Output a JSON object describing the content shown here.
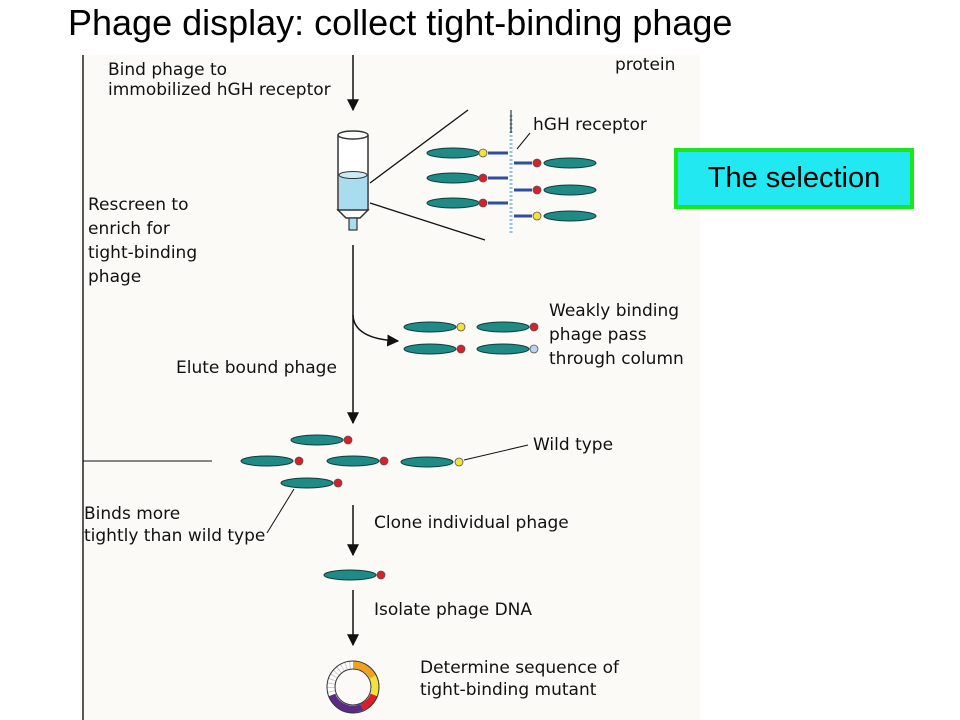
{
  "title": "Phage display: collect tight-binding phage",
  "callout": "The selection",
  "figure": {
    "labels": {
      "protein": "protein",
      "bind_line1": "Bind phage to",
      "bind_line2": "immobilized hGH receptor",
      "receptor": "hGH receptor",
      "rescreen_line1": "Rescreen to",
      "rescreen_line2": "enrich for",
      "rescreen_line3": "tight-binding",
      "rescreen_line4": "phage",
      "weak_line1": "Weakly binding",
      "weak_line2": "phage pass",
      "weak_line3": "through column",
      "elute": "Elute bound phage",
      "wild_type": "Wild type",
      "binds_line1": "Binds more",
      "binds_line2": "tightly than wild type",
      "clone": "Clone individual phage",
      "isolate": "Isolate phage DNA",
      "determine_line1": "Determine sequence of",
      "determine_line2": "tight-binding mutant"
    },
    "colors": {
      "phage_body": "#1f8a86",
      "tip_red": "#d81f2a",
      "tip_yellow": "#f2e23a",
      "tip_light_blue": "#b9d3ee",
      "receptor_blue": "#2f4f9e",
      "column_fluid": "#a9dcef",
      "plasmid_purple": "#5b2a86",
      "plasmid_orange": "#f0a21c",
      "callout_fill": "#22e8f2",
      "callout_border": "#1be51b"
    }
  }
}
